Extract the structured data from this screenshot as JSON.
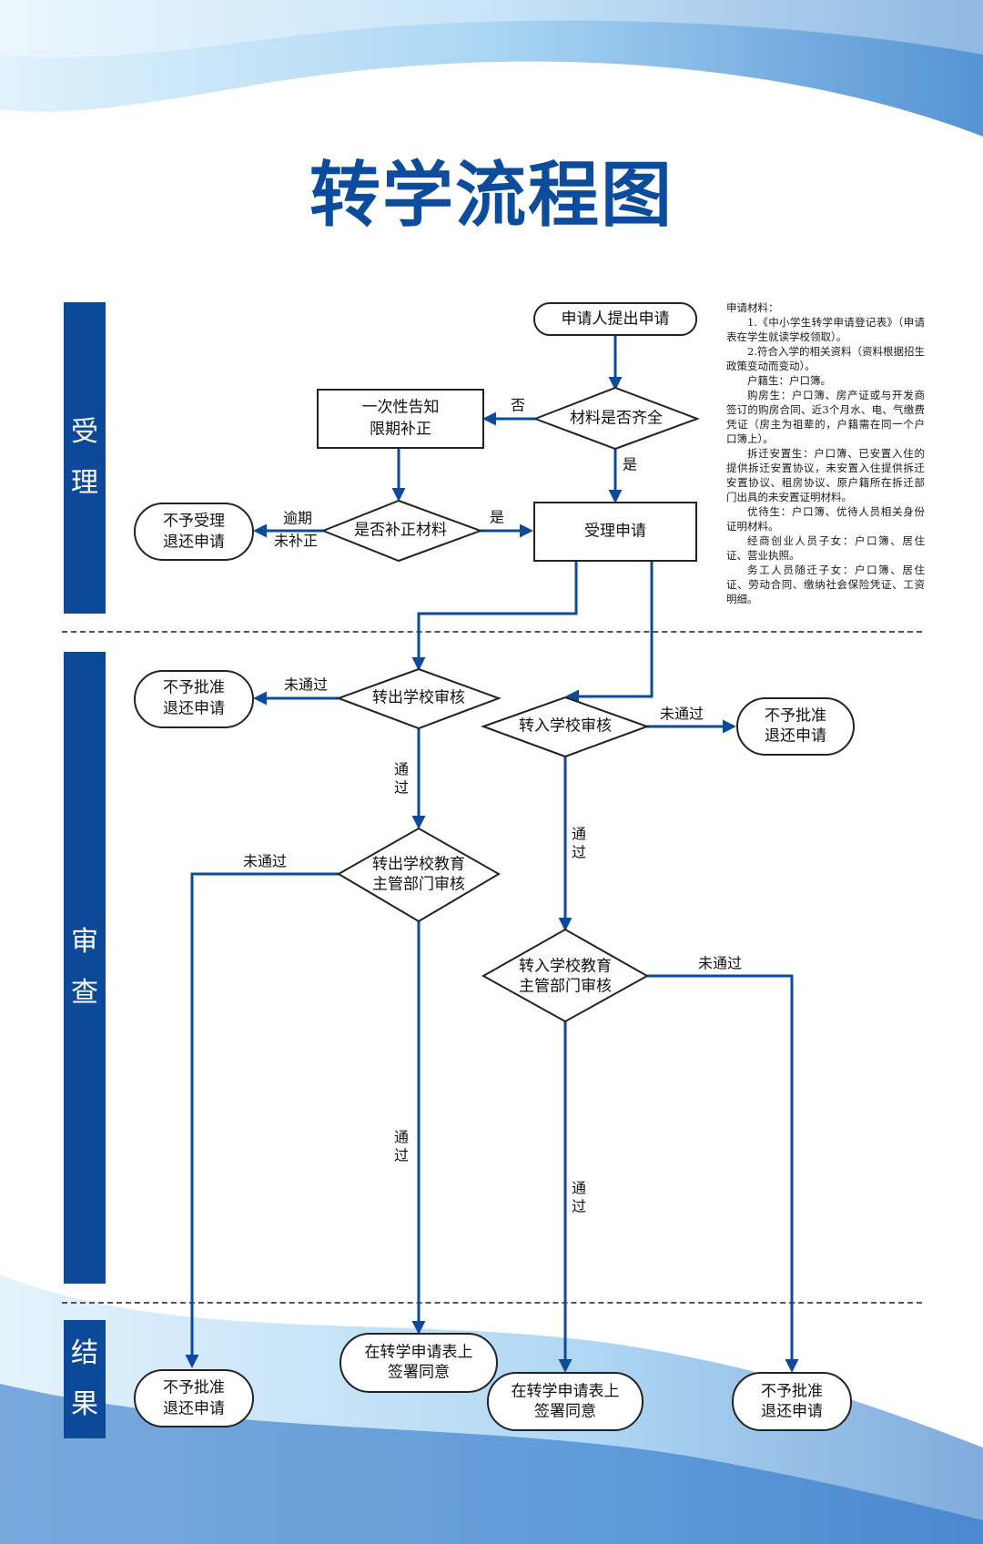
{
  "title": "转学流程图",
  "stages": {
    "accept": [
      "受",
      "理"
    ],
    "review": [
      "审",
      "查"
    ],
    "result": [
      "结",
      "果"
    ]
  },
  "materials": {
    "heading": "申请材料：",
    "lines": [
      "1.《中小学生转学申请登记表》（申请表在学生就读学校领取）。",
      "2.符合入学的相关资料（资料根据招生政策变动而变动）。",
      "户籍生：户口簿。",
      "购房生：户口簿、房产证或与开发商签订的购房合同、近3个月水、电、气缴费凭证（房主为祖辈的，户籍需在同一个户口簿上）。",
      "拆迁安置生：户口簿、已安置入住的提供拆迁安置协议，未安置入住提供拆迁安置协议、租房协议、原户籍所在拆迁部门出具的未安置证明材料。",
      "优待生：户口簿、优待人员相关身份证明材料。",
      "经商创业人员子女：户口簿、居住证、营业执照。",
      "务工人员随迁子女：户口簿、居住证、劳动合同、缴纳社会保险凭证、工资明细。"
    ]
  },
  "nodes": {
    "start": "申请人提出申请",
    "check_materials": "材料是否齐全",
    "notice": [
      "一次性告知",
      "限期补正"
    ],
    "check_supplement": "是否补正材料",
    "reject_accept": [
      "不予受理",
      "退还申请"
    ],
    "accept_app": "受理申请",
    "out_school": "转出学校审核",
    "in_school": "转入学校审核",
    "reject_out_school": [
      "不予批准",
      "退还申请"
    ],
    "reject_in_school": [
      "不予批准",
      "退还申请"
    ],
    "out_edu": [
      "转出学校教育",
      "主管部门审核"
    ],
    "in_edu": [
      "转入学校教育",
      "主管部门审核"
    ],
    "result_reject_out": [
      "不予批准",
      "退还申请"
    ],
    "result_agree_out": [
      "在转学申请表上",
      "签署同意"
    ],
    "result_agree_in": [
      "在转学申请表上",
      "签署同意"
    ],
    "result_reject_in": [
      "不予批准",
      "退还申请"
    ]
  },
  "labels": {
    "no": "否",
    "yes": "是",
    "overdue": [
      "逾期",
      "未补正"
    ],
    "not_passed": "未通过",
    "passed": [
      "通",
      "过"
    ]
  },
  "colors": {
    "title": "#0d4c9c",
    "band": "#0c4a99",
    "arrow": "#0e4a9a",
    "node_border": "#222222"
  }
}
